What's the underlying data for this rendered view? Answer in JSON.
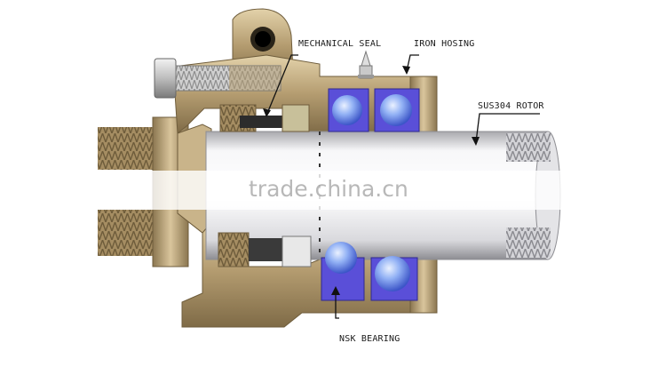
{
  "labels": {
    "mechanical_seal": "MECHANICAL SEAL",
    "iron_housing": "IRON HOSING",
    "rotor": "SUS304 ROTOR",
    "bearing": "NSK BEARING"
  },
  "watermark": "trade.china.cn",
  "colors": {
    "housing": "#b29a6e",
    "housing_light": "#d8c49a",
    "housing_dark": "#7d6a45",
    "rotor": "#e9e9ec",
    "bearing": "#5a4fd8",
    "ball": "#a9c4ff"
  }
}
